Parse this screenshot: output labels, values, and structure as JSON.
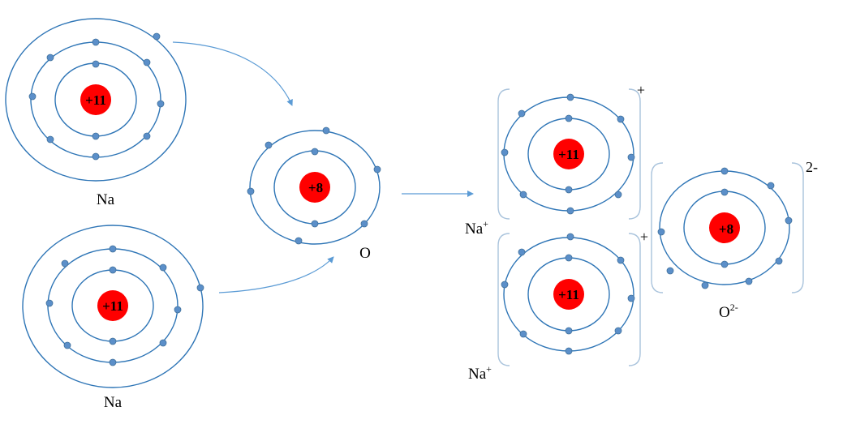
{
  "colors": {
    "orbit": "#2e75b6",
    "electron": "#5b8fc9",
    "nucleus": "#ff0000",
    "arrow": "#5b9bd5",
    "bracket": "#a9c3dc"
  },
  "reactants": {
    "sodium_top": {
      "nucleus": "+11",
      "label": "Na",
      "shells": [
        2,
        8,
        1
      ]
    },
    "sodium_bottom": {
      "nucleus": "+11",
      "label": "Na",
      "shells": [
        2,
        8,
        1
      ]
    },
    "oxygen": {
      "nucleus": "+8",
      "label": "O",
      "shells": [
        2,
        6
      ]
    }
  },
  "products": {
    "sodium_ion_top": {
      "nucleus": "+11",
      "label_base": "Na",
      "label_sup": "+",
      "bracket_charge": "+",
      "shells": [
        2,
        8
      ]
    },
    "sodium_ion_bottom": {
      "nucleus": "+11",
      "label_base": "Na",
      "label_sup": "+",
      "bracket_charge": "+",
      "shells": [
        2,
        8
      ]
    },
    "oxide_ion": {
      "nucleus": "+8",
      "label_base": "O",
      "label_sup": "2-",
      "bracket_charge": "2-",
      "shells": [
        2,
        8
      ]
    }
  }
}
